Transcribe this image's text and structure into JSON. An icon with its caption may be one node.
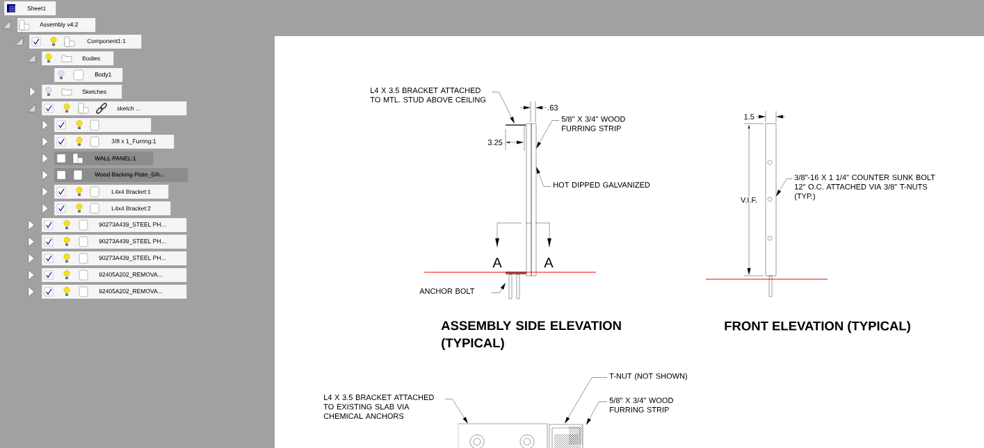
{
  "diagram": {
    "nodes": [
      {
        "text": [
          "Sheet1"
        ]
      },
      {
        "text": [
          "Assembly v4:2"
        ]
      },
      {
        "text": [
          "Component1:1"
        ]
      },
      {
        "text": [
          "Bodies"
        ]
      },
      {
        "text": [
          "Body1"
        ]
      },
      {
        "text": [
          "Sketches"
        ]
      },
      {
        "text": [
          "sketch ..."
        ]
      },
      {
        "text": [],
        "shape": "box"
      },
      {
        "text": [
          "3/8 x 1_Furring:1"
        ]
      },
      {
        "text": [
          "WALL PANEL:1"
        ]
      },
      {
        "text": [
          "Wood Backing Plate_5/8..."
        ]
      },
      {
        "text": [
          "L4x4 Bracket:1"
        ]
      },
      {
        "text": [
          "L4x4 Bracket:2"
        ]
      },
      {
        "text": [
          "90273A439_STEEL PH..."
        ]
      },
      {
        "text": [
          "90273A439_STEEL PH..."
        ]
      },
      {
        "text": [
          "90273A439_STEEL PH..."
        ]
      },
      {
        "text": [
          "92405A202_REMOVA..."
        ]
      },
      {
        "text": [
          "92405A202_REMOVA..."
        ]
      },
      {
        "text": [
          "L4 X 3.5 BRACKET ATTACHED TO MTL. STUD ABOVE CEILING"
        ]
      },
      {
        "text": [
          "5/8\" X 3/4\" WOOD FURRING STRIP"
        ]
      },
      {
        "text": [
          "HOT DIPPED GALVANIZED"
        ]
      },
      {
        "text": [
          "ANCHOR BOLT"
        ]
      },
      {
        "text": [
          "3/8\"-16 X 1 1/4\" COUNTER SUNK BOLT 12\" O.C. ATTACHED VIA 3/8\" T-NUTS (TYP.)"
        ]
      },
      {
        "text": [
          "L4 X 3.5 BRACKET ATTACHED TO EXISTING SLAB VIA CHEMICAL ANCHORS"
        ]
      },
      {
        "text": [
          "T-NUT (NOT SHOWN)"
        ]
      },
      {
        "text": [
          "5/8\" X 3/4\" WOOD FURRING STRIP"
        ]
      },
      {
        "text": [],
        "shape": "picture"
      },
      {
        "text": [],
        "shape": "picture"
      },
      {
        "text": [],
        "shape": "picture"
      }
    ],
    "edges": [
      {
        "from": 18,
        "to": 26,
        "arrow": "to"
      },
      {
        "from": 19,
        "to": 26,
        "arrow": "to"
      },
      {
        "from": 20,
        "to": 26,
        "arrow": "to"
      },
      {
        "from": 21,
        "to": 26,
        "arrow": "to"
      },
      {
        "from": 22,
        "to": 27,
        "arrow": "to"
      },
      {
        "from": 23,
        "to": 28,
        "arrow": "to"
      },
      {
        "from": 24,
        "to": 28,
        "arrow": "to"
      },
      {
        "from": 25,
        "to": 28,
        "arrow": "to"
      }
    ],
    "labels": [
      ".63",
      "3.25",
      "A",
      "A",
      "1.5",
      "V.I.F.",
      "ASSEMBLY SIDE ELEVATION (TYPICAL)",
      "FRONT ELEVATION (TYPICAL)"
    ]
  }
}
